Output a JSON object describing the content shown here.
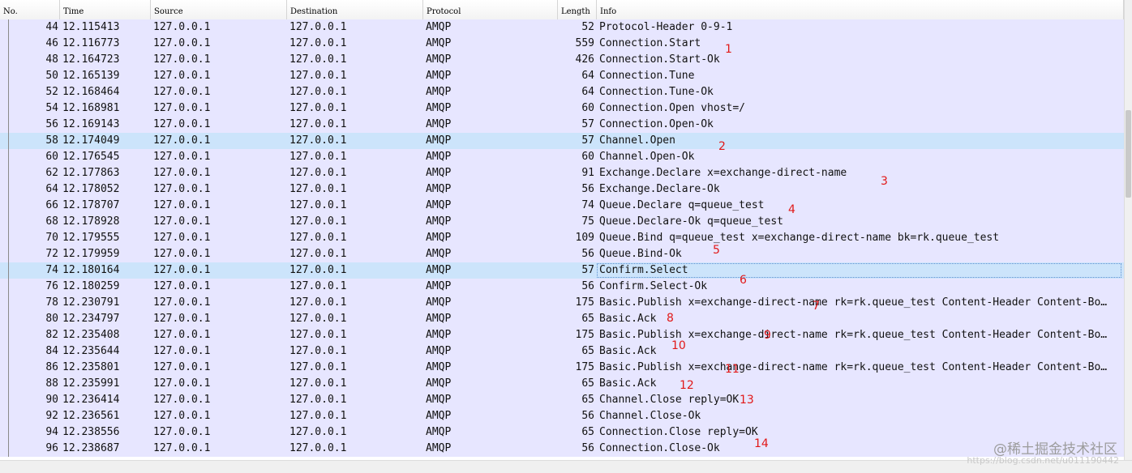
{
  "columns": {
    "no": "No.",
    "time": "Time",
    "source": "Source",
    "destination": "Destination",
    "protocol": "Protocol",
    "length": "Length",
    "info": "Info"
  },
  "packets": [
    {
      "no": "44",
      "time": "12.115413",
      "source": "127.0.0.1",
      "destination": "127.0.0.1",
      "protocol": "AMQP",
      "length": "52",
      "info": "Protocol-Header 0-9-1"
    },
    {
      "no": "46",
      "time": "12.116773",
      "source": "127.0.0.1",
      "destination": "127.0.0.1",
      "protocol": "AMQP",
      "length": "559",
      "info": "Connection.Start"
    },
    {
      "no": "48",
      "time": "12.164723",
      "source": "127.0.0.1",
      "destination": "127.0.0.1",
      "protocol": "AMQP",
      "length": "426",
      "info": "Connection.Start-Ok"
    },
    {
      "no": "50",
      "time": "12.165139",
      "source": "127.0.0.1",
      "destination": "127.0.0.1",
      "protocol": "AMQP",
      "length": "64",
      "info": "Connection.Tune"
    },
    {
      "no": "52",
      "time": "12.168464",
      "source": "127.0.0.1",
      "destination": "127.0.0.1",
      "protocol": "AMQP",
      "length": "64",
      "info": "Connection.Tune-Ok"
    },
    {
      "no": "54",
      "time": "12.168981",
      "source": "127.0.0.1",
      "destination": "127.0.0.1",
      "protocol": "AMQP",
      "length": "60",
      "info": "Connection.Open vhost=/"
    },
    {
      "no": "56",
      "time": "12.169143",
      "source": "127.0.0.1",
      "destination": "127.0.0.1",
      "protocol": "AMQP",
      "length": "57",
      "info": "Connection.Open-Ok"
    },
    {
      "no": "58",
      "time": "12.174049",
      "source": "127.0.0.1",
      "destination": "127.0.0.1",
      "protocol": "AMQP",
      "length": "57",
      "info": "Channel.Open"
    },
    {
      "no": "60",
      "time": "12.176545",
      "source": "127.0.0.1",
      "destination": "127.0.0.1",
      "protocol": "AMQP",
      "length": "60",
      "info": "Channel.Open-Ok"
    },
    {
      "no": "62",
      "time": "12.177863",
      "source": "127.0.0.1",
      "destination": "127.0.0.1",
      "protocol": "AMQP",
      "length": "91",
      "info": "Exchange.Declare x=exchange-direct-name"
    },
    {
      "no": "64",
      "time": "12.178052",
      "source": "127.0.0.1",
      "destination": "127.0.0.1",
      "protocol": "AMQP",
      "length": "56",
      "info": "Exchange.Declare-Ok"
    },
    {
      "no": "66",
      "time": "12.178707",
      "source": "127.0.0.1",
      "destination": "127.0.0.1",
      "protocol": "AMQP",
      "length": "74",
      "info": "Queue.Declare q=queue_test"
    },
    {
      "no": "68",
      "time": "12.178928",
      "source": "127.0.0.1",
      "destination": "127.0.0.1",
      "protocol": "AMQP",
      "length": "75",
      "info": "Queue.Declare-Ok q=queue_test"
    },
    {
      "no": "70",
      "time": "12.179555",
      "source": "127.0.0.1",
      "destination": "127.0.0.1",
      "protocol": "AMQP",
      "length": "109",
      "info": "Queue.Bind q=queue_test x=exchange-direct-name bk=rk.queue_test"
    },
    {
      "no": "72",
      "time": "12.179959",
      "source": "127.0.0.1",
      "destination": "127.0.0.1",
      "protocol": "AMQP",
      "length": "56",
      "info": "Queue.Bind-Ok"
    },
    {
      "no": "74",
      "time": "12.180164",
      "source": "127.0.0.1",
      "destination": "127.0.0.1",
      "protocol": "AMQP",
      "length": "57",
      "info": "Confirm.Select"
    },
    {
      "no": "76",
      "time": "12.180259",
      "source": "127.0.0.1",
      "destination": "127.0.0.1",
      "protocol": "AMQP",
      "length": "56",
      "info": "Confirm.Select-Ok"
    },
    {
      "no": "78",
      "time": "12.230791",
      "source": "127.0.0.1",
      "destination": "127.0.0.1",
      "protocol": "AMQP",
      "length": "175",
      "info": "Basic.Publish x=exchange-direct-name rk=rk.queue_test Content-Header Content-Bo…"
    },
    {
      "no": "80",
      "time": "12.234797",
      "source": "127.0.0.1",
      "destination": "127.0.0.1",
      "protocol": "AMQP",
      "length": "65",
      "info": "Basic.Ack"
    },
    {
      "no": "82",
      "time": "12.235408",
      "source": "127.0.0.1",
      "destination": "127.0.0.1",
      "protocol": "AMQP",
      "length": "175",
      "info": "Basic.Publish x=exchange-direct-name rk=rk.queue_test Content-Header Content-Bo…"
    },
    {
      "no": "84",
      "time": "12.235644",
      "source": "127.0.0.1",
      "destination": "127.0.0.1",
      "protocol": "AMQP",
      "length": "65",
      "info": "Basic.Ack"
    },
    {
      "no": "86",
      "time": "12.235801",
      "source": "127.0.0.1",
      "destination": "127.0.0.1",
      "protocol": "AMQP",
      "length": "175",
      "info": "Basic.Publish x=exchange-direct-name rk=rk.queue_test Content-Header Content-Bo…"
    },
    {
      "no": "88",
      "time": "12.235991",
      "source": "127.0.0.1",
      "destination": "127.0.0.1",
      "protocol": "AMQP",
      "length": "65",
      "info": "Basic.Ack"
    },
    {
      "no": "90",
      "time": "12.236414",
      "source": "127.0.0.1",
      "destination": "127.0.0.1",
      "protocol": "AMQP",
      "length": "65",
      "info": "Channel.Close reply=OK"
    },
    {
      "no": "92",
      "time": "12.236561",
      "source": "127.0.0.1",
      "destination": "127.0.0.1",
      "protocol": "AMQP",
      "length": "56",
      "info": "Channel.Close-Ok"
    },
    {
      "no": "94",
      "time": "12.238556",
      "source": "127.0.0.1",
      "destination": "127.0.0.1",
      "protocol": "AMQP",
      "length": "65",
      "info": "Connection.Close reply=OK"
    },
    {
      "no": "96",
      "time": "12.238687",
      "source": "127.0.0.1",
      "destination": "127.0.0.1",
      "protocol": "AMQP",
      "length": "56",
      "info": "Connection.Close-Ok"
    }
  ],
  "selection": {
    "selected_no": "58",
    "focused_no": "74"
  },
  "annotations": [
    "1",
    "2",
    "3",
    "4",
    "5",
    "6",
    "7",
    "8",
    "9",
    "10",
    "11",
    "12",
    "13",
    "14"
  ],
  "watermark": {
    "text": "@稀土掘金技术社区",
    "url": "https://blog.csdn.net/u011190442"
  },
  "colors": {
    "row_bg": "#e7e6ff",
    "selected_bg": "#cce4fb",
    "annotation": "#e11818"
  }
}
